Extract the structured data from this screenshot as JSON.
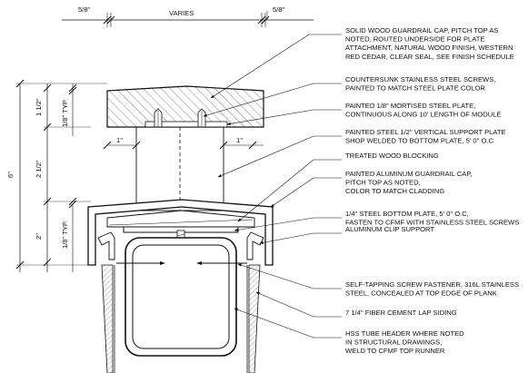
{
  "dimensions": {
    "top_left": "5/8\"",
    "top_mid": "VARIES",
    "top_right": "5/8\"",
    "cap_height": "1 1/2\"",
    "cap_gap_typ": "1/8\" TYP.",
    "overall": "6\"",
    "mid_height": "2 1/2\"",
    "lower_gap_typ": "1/8\" TYP.",
    "lower_height": "2\"",
    "left_offset": "1\"",
    "right_offset": "1\""
  },
  "notes": [
    {
      "lines": [
        "SOLID WOOD GUARDRAIL CAP, PITCH TOP AS",
        "NOTED, ROUTED UNDERSIDE FOR PLATE",
        "ATTACHMENT, NATURAL WOOD FINISH, WESTERN",
        "RED CEDAR, CLEAR SEAL, SEE FINISH SCHEDULE"
      ]
    },
    {
      "lines": [
        "COUNTERSUNK STAINLESS STEEL SCREWS,",
        "PAINTED TO MATCH STEEL PLATE COLOR"
      ]
    },
    {
      "lines": [
        "PAINTED 1/8\" MORTISED STEEL PLATE,",
        "CONTINUOUS ALONG 10' LENGTH OF MODULE"
      ]
    },
    {
      "lines": [
        "PAINTED STEEL 1/2\" VERTICAL SUPPORT PLATE",
        "SHOP WELDED TO BOTTOM PLATE, 5' 0\" O.C"
      ]
    },
    {
      "lines": [
        "TREATED WOOD BLOCKING"
      ]
    },
    {
      "lines": [
        "PAINTED ALUMINUM GUARDRAIL CAP,",
        "PITCH TOP AS NOTED,",
        "COLOR TO MATCH CLADDING"
      ]
    },
    {
      "lines": [
        "1/4\" STEEL BOTTOM PLATE, 5' 0\" O.C,",
        "FASTEN TO CFMF WITH STAINLESS STEEL SCREWS"
      ]
    },
    {
      "lines": [
        "ALUMINUM CLIP SUPPORT"
      ]
    },
    {
      "lines": [
        "SELF-TAPPING SCREW FASTENER, 316L STAINLESS",
        "STEEL, CONCEALED AT TOP EDGE OF PLANK"
      ]
    },
    {
      "lines": [
        "7 1/4\" FIBER CEMENT LAP SIDING"
      ]
    },
    {
      "lines": [
        "HSS TUBE HEADER WHERE NOTED",
        "IN STRUCTURAL DRAWINGS,",
        "WELD TO CFMF TOP RUNNER"
      ]
    }
  ]
}
